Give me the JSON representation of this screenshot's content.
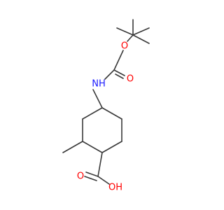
{
  "molecule": {
    "atoms": {
      "nh": {
        "text": "NH",
        "color": "#1a1aff"
      },
      "o_ether": {
        "text": "O",
        "color": "#ff0000"
      },
      "o_carbamate": {
        "text": "O",
        "color": "#ff0000"
      },
      "o_acid": {
        "text": "O",
        "color": "#ff0000"
      },
      "oh_acid": {
        "text": "OH",
        "color": "#ff0000"
      }
    },
    "bond_color": "#3a3a3a"
  }
}
